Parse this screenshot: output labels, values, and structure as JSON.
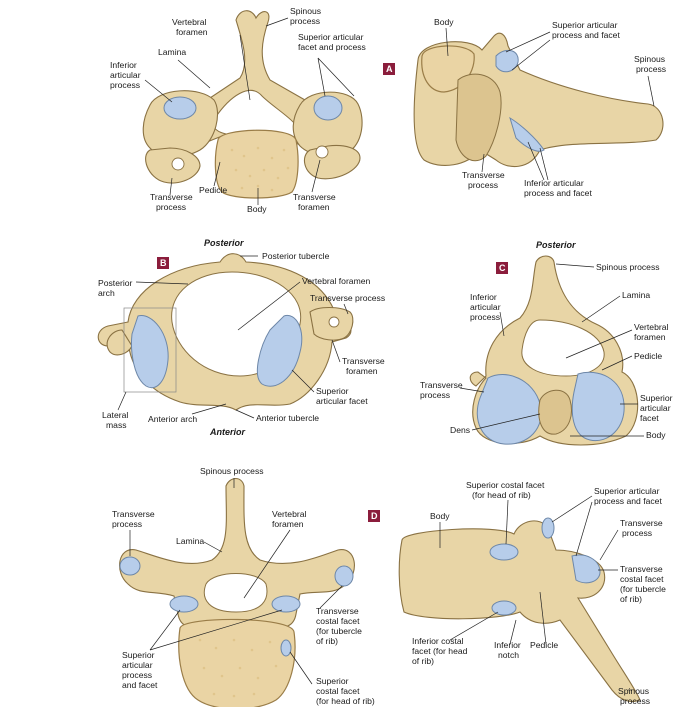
{
  "panels": {
    "A": {
      "badge": "A",
      "top_view_labels": [
        "Vertebral foramen",
        "Spinous process",
        "Superior articular facet and process",
        "Lamina",
        "Inferior articular process",
        "Transverse process",
        "Pedicle",
        "Body",
        "Transverse foramen"
      ],
      "side_view_labels": [
        "Body",
        "Superior articular process and facet",
        "Spinous process",
        "Transverse process",
        "Inferior articular process and facet"
      ]
    },
    "B": {
      "badge": "B",
      "orientation_top": "Posterior",
      "orientation_bottom": "Anterior",
      "labels": [
        "Posterior tubercle",
        "Posterior arch",
        "Vertebral foramen",
        "Transverse process",
        "Transverse foramen",
        "Superior articular facet",
        "Lateral mass",
        "Anterior arch",
        "Anterior tubercle"
      ]
    },
    "C": {
      "badge": "C",
      "orientation_top": "Posterior",
      "labels": [
        "Spinous process",
        "Lamina",
        "Inferior articular process",
        "Vertebral foramen",
        "Pedicle",
        "Transverse process",
        "Superior articular facet",
        "Dens",
        "Body"
      ]
    },
    "D": {
      "badge": "D",
      "top_view_labels": [
        "Spinous process",
        "Transverse process",
        "Lamina",
        "Vertebral foramen",
        "Transverse costal facet (for tubercle of rib)",
        "Superior articular process and facet",
        "Superior costal facet (for head of rib)"
      ],
      "side_view_labels": [
        "Superior costal facet (for head of rib)",
        "Body",
        "Superior articular process and facet",
        "Transverse process",
        "Transverse costal facet (for tubercle of rib)",
        "Inferior costal facet (for head of rib)",
        "Inferior notch",
        "Pedicle",
        "Spinous process"
      ]
    }
  },
  "colors": {
    "bone": "#e8d5a6",
    "facet": "#b7cdea",
    "badge": "#8b1d3c",
    "text": "#1a1a1a"
  }
}
